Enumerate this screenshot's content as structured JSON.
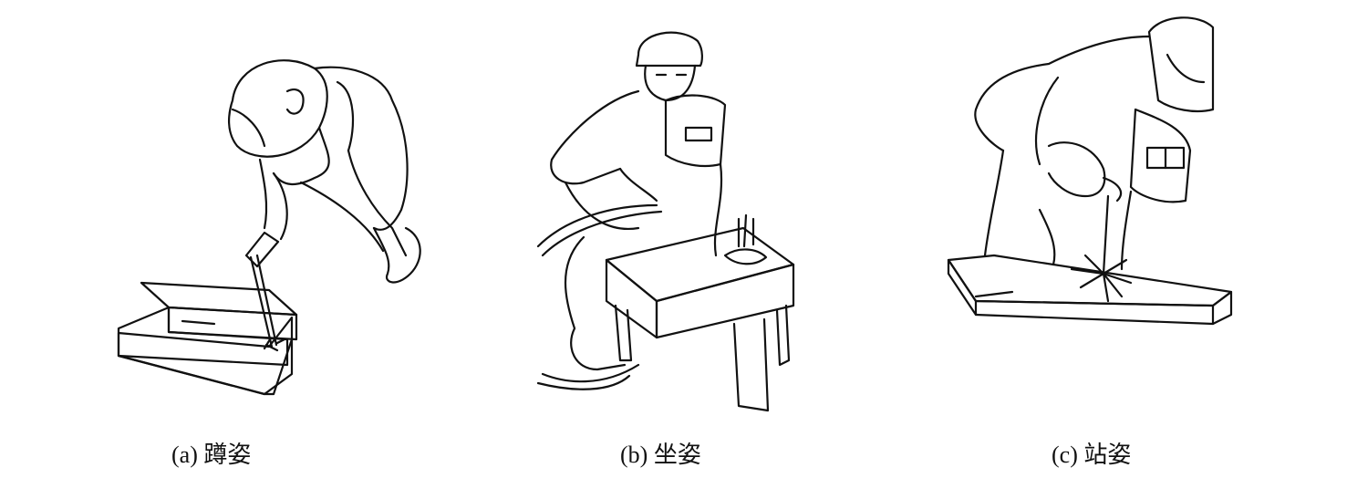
{
  "figures": [
    {
      "id": "a",
      "caption": "(a) 蹲姿"
    },
    {
      "id": "b",
      "caption": "(b)  坐姿"
    },
    {
      "id": "c",
      "caption": "(c) 站姿"
    }
  ]
}
